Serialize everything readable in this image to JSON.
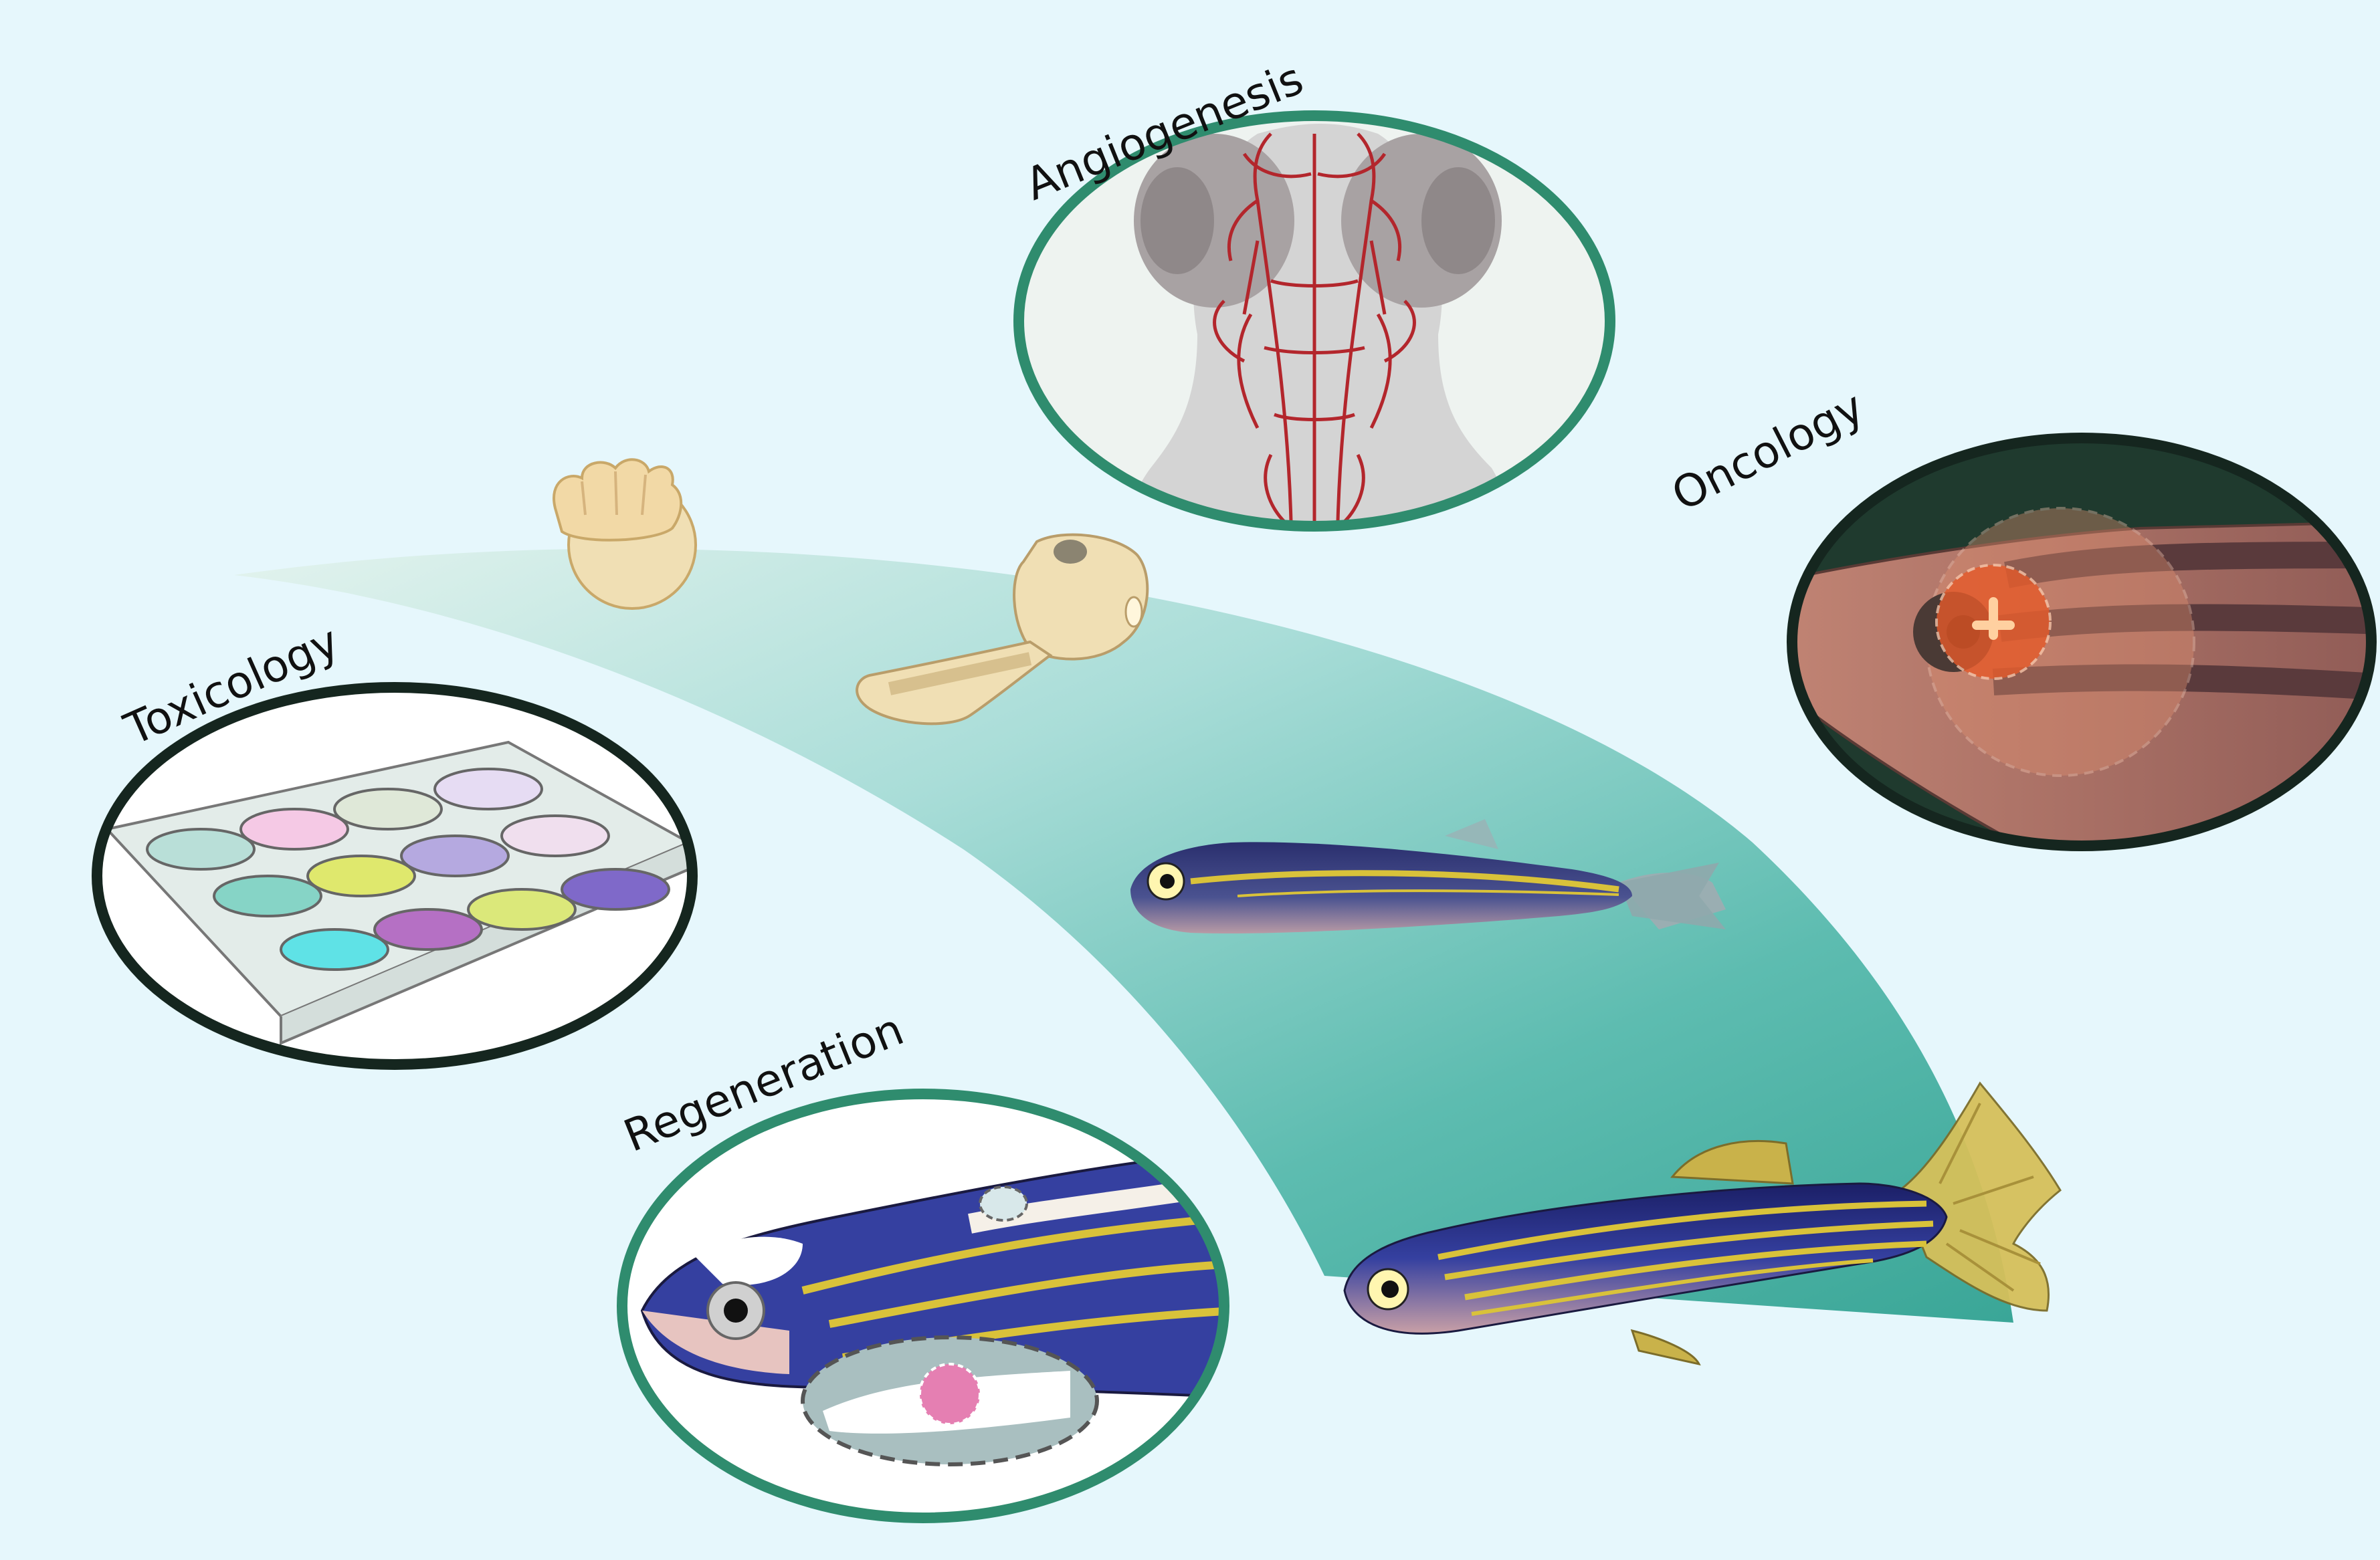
{
  "labels": {
    "angiogenesis": "Angiogenesis",
    "oncology": "Oncology",
    "toxicology": "Toxicology",
    "regeneration": "Regeneration"
  },
  "colors": {
    "background": "#e6f7fc",
    "arc_dark": "#3aa697",
    "ring_green": "#2f8c6e",
    "ring_dark": "#15261f",
    "fish_body": "#2e3b82",
    "stripe_yellow": "#d9c23a",
    "vessel_red": "#b3262c"
  },
  "icons": [
    "zebrafish-embryo-icon",
    "zebrafish-larva-icon",
    "juvenile-zebrafish-icon",
    "adult-zebrafish-icon",
    "well-plate-icon",
    "larval-head-vasculature-icon",
    "tumor-fish-head-icon",
    "regenerating-fish-icon"
  ]
}
